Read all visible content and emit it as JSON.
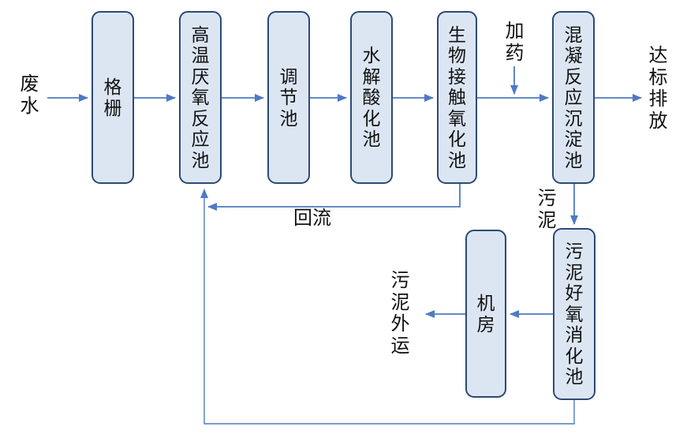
{
  "boxes": [
    {
      "id": "grid",
      "label": "格栅"
    },
    {
      "id": "anaerobic",
      "label": "高温厌氧反应池"
    },
    {
      "id": "regulating",
      "label": "调节池"
    },
    {
      "id": "hydrolysis",
      "label": "水解酸化池"
    },
    {
      "id": "biocontact",
      "label": "生物接触氧化池"
    },
    {
      "id": "coagulation",
      "label": "混凝反应沉淀池"
    },
    {
      "id": "machine_room",
      "label": "机房"
    },
    {
      "id": "sludge_digestion",
      "label": "污泥好氧消化池"
    }
  ],
  "labels": {
    "influent": "废水",
    "dosing": "加药",
    "discharge": "达标排放",
    "sludge": "污泥",
    "reflux": "回流",
    "sludge_out": "污泥外运"
  },
  "colors": {
    "box_fill": "#dce6f3",
    "box_border": "#2c4a74",
    "arrow": "#4e79c4",
    "text": "#111111",
    "background": "#ffffff"
  }
}
